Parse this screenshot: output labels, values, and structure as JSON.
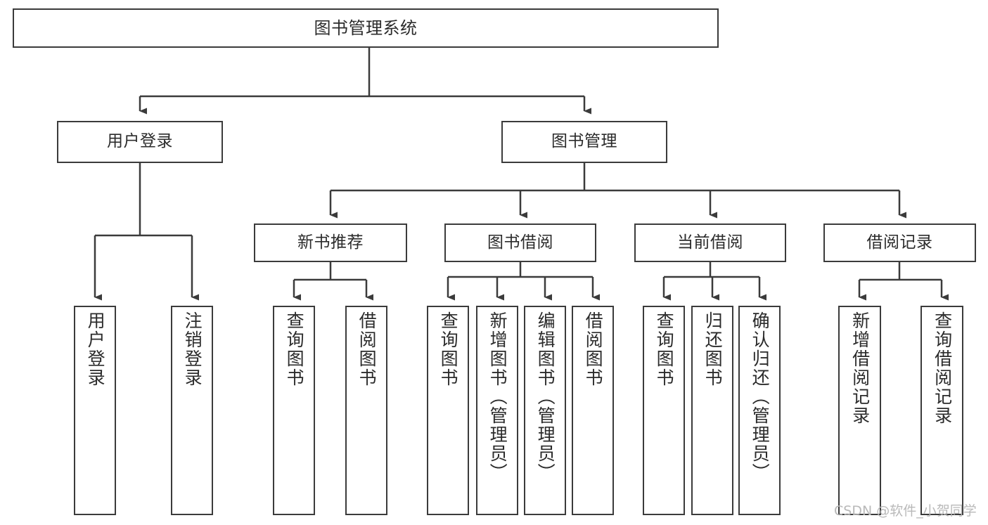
{
  "diagram": {
    "title_node": {
      "label": "图书管理系统"
    },
    "level1": [
      {
        "id": "user-login",
        "label": "用户登录"
      },
      {
        "id": "book-management",
        "label": "图书管理"
      }
    ],
    "level2": [
      {
        "id": "new-book-recommend",
        "label": "新书推荐"
      },
      {
        "id": "book-borrow",
        "label": "图书借阅"
      },
      {
        "id": "current-borrow",
        "label": "当前借阅"
      },
      {
        "id": "borrow-record",
        "label": "借阅记录"
      }
    ],
    "leaves": {
      "user_login": [
        {
          "id": "leaf-user-login",
          "label": "用户登录"
        },
        {
          "id": "leaf-logout",
          "label": "注销登录"
        }
      ],
      "new_book_recommend": [
        {
          "id": "leaf-query-book-1",
          "label": "查询图书"
        },
        {
          "id": "leaf-borrow-book-1",
          "label": "借阅图书"
        }
      ],
      "book_borrow": [
        {
          "id": "leaf-query-book-2",
          "label": "查询图书"
        },
        {
          "id": "leaf-add-book",
          "label": "新增图书（管理员）"
        },
        {
          "id": "leaf-edit-book",
          "label": "编辑图书（管理员）"
        },
        {
          "id": "leaf-borrow-book-2",
          "label": "借阅图书"
        }
      ],
      "current_borrow": [
        {
          "id": "leaf-query-book-3",
          "label": "查询图书"
        },
        {
          "id": "leaf-return-book",
          "label": "归还图书"
        },
        {
          "id": "leaf-confirm-return",
          "label": "确认归还（管理员）"
        }
      ],
      "borrow_record": [
        {
          "id": "leaf-add-record",
          "label": "新增借阅记录"
        },
        {
          "id": "leaf-query-record",
          "label": "查询借阅记录"
        }
      ]
    }
  },
  "watermark": {
    "text": "CSDN @软件_小贺同学"
  },
  "colors": {
    "stroke": "#3b3b3b",
    "background": "#ffffff",
    "text": "#2b2b2b",
    "watermark": "#b9b9b9"
  }
}
